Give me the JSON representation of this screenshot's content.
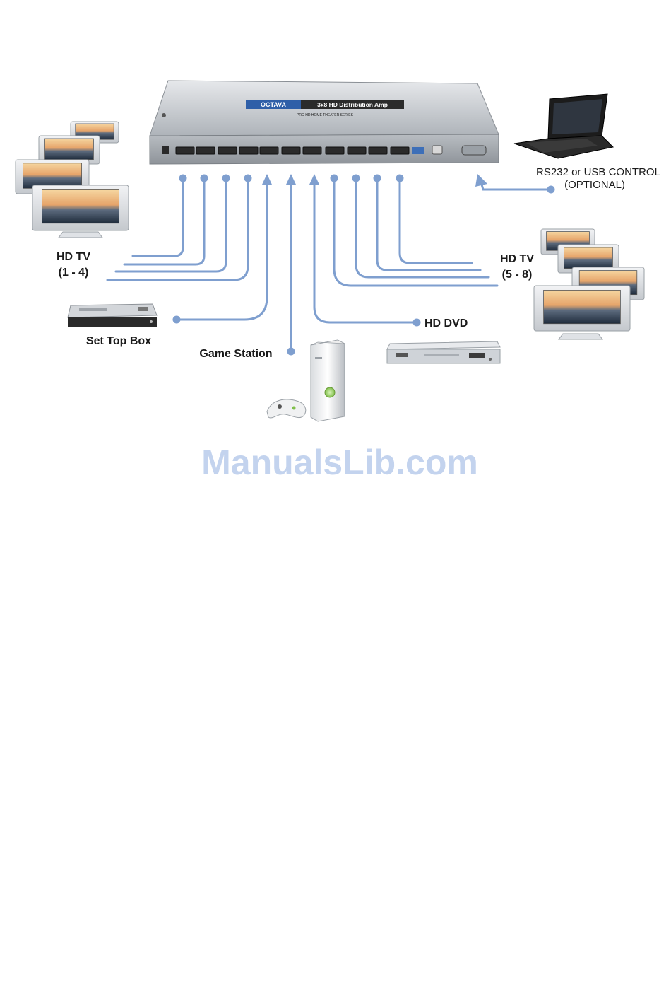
{
  "device": {
    "brand": "OCTAVA",
    "model": "3x8 HD Distribution Amp",
    "series": "PRO HD HOME THEATER SERIES"
  },
  "labels": {
    "hdtv_left": "HD TV",
    "hdtv_left_range": "(1 - 4)",
    "hdtv_right": "HD TV",
    "hdtv_right_range": "(5 - 8)",
    "set_top_box": "Set Top Box",
    "game_station": "Game Station",
    "hd_dvd": "HD DVD",
    "control": "RS232 or USB CONTROL",
    "control_note": "(OPTIONAL)"
  },
  "watermark": "ManualsLib.com",
  "colors": {
    "cable": "#7f9fcf",
    "watermark": "#c3d3ee",
    "brand_bar": "#2f5fa8",
    "device_body": "#c9cdd2"
  }
}
